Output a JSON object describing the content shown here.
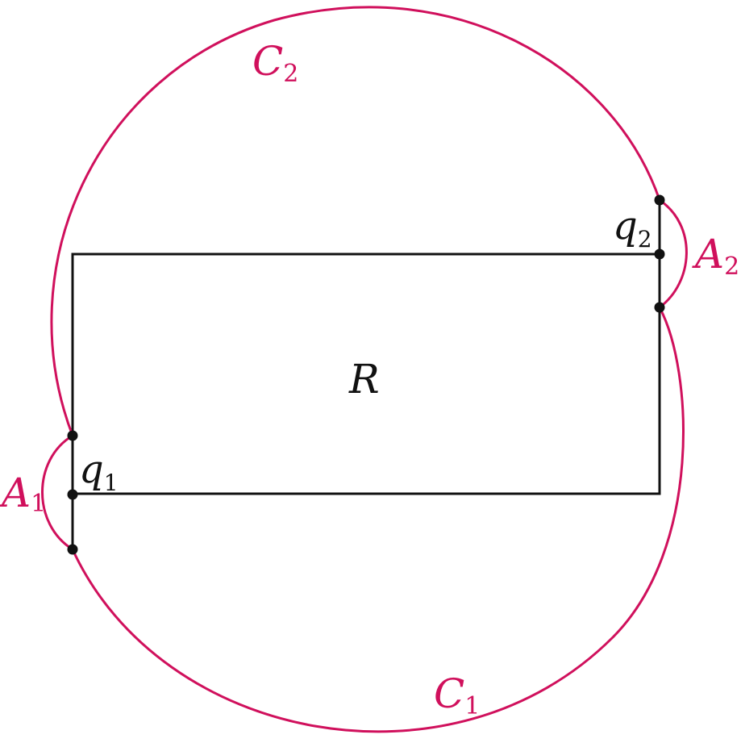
{
  "colors": {
    "curve": "#d0105c",
    "line": "#111111",
    "point": "#111111"
  },
  "labels": {
    "region": "R",
    "c2": {
      "main": "C",
      "sub": "2"
    },
    "c1": {
      "main": "C",
      "sub": "1"
    },
    "a1": {
      "main": "A",
      "sub": "1"
    },
    "a2": {
      "main": "A",
      "sub": "2"
    },
    "q1": {
      "main": "q",
      "sub": "1"
    },
    "q2": {
      "main": "q",
      "sub": "2"
    }
  }
}
